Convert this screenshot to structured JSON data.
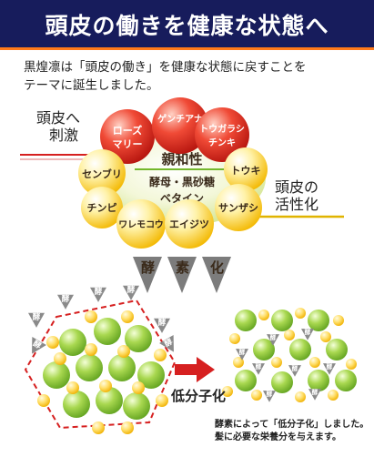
{
  "header": {
    "title": "頭皮の働きを健康な状態へ"
  },
  "intro": {
    "line1": "黒煌凛は「頭皮の働き」を健康な状態に戻すことを",
    "line2": "テーマに誕生しました。"
  },
  "left_label": {
    "line1": "頭皮へ",
    "line2": "刺激"
  },
  "right_label": {
    "line1": "頭皮の",
    "line2": "活性化"
  },
  "center": {
    "title": "親和性",
    "sub1": "酵母・黒砂糖",
    "sub2": "ベタイン"
  },
  "red_ingredients": [
    {
      "line1": "ローズ",
      "line2": "マリー"
    },
    {
      "line1": "ゲンチアナ",
      "line2": ""
    },
    {
      "line1": "トウガラシ",
      "line2": "チンキ"
    }
  ],
  "yellow_ingredients": [
    "センブリ",
    "トウキ",
    "チンピ",
    "サンザシ",
    "ワレモコウ",
    "エイジツ"
  ],
  "enzyme_labels": [
    "酵",
    "素",
    "化"
  ],
  "enzyme_char": "酵",
  "arrow_label": "低分子化",
  "result": {
    "line1": "酵素によって「低分子化」しました。",
    "line2": "髪に必要な栄養分を与えます。"
  },
  "colors": {
    "header_bg": "#171c5c",
    "header_border": "#ff7a1a",
    "red_bubble": "#e0241c",
    "yellow_bubble": "#f5c400",
    "green_bubble": "#8cc63e",
    "stimulus_line": "#d62020",
    "activation_line": "#e0b400",
    "dashed_hex": "#d62020",
    "arrow": "#d62020"
  }
}
